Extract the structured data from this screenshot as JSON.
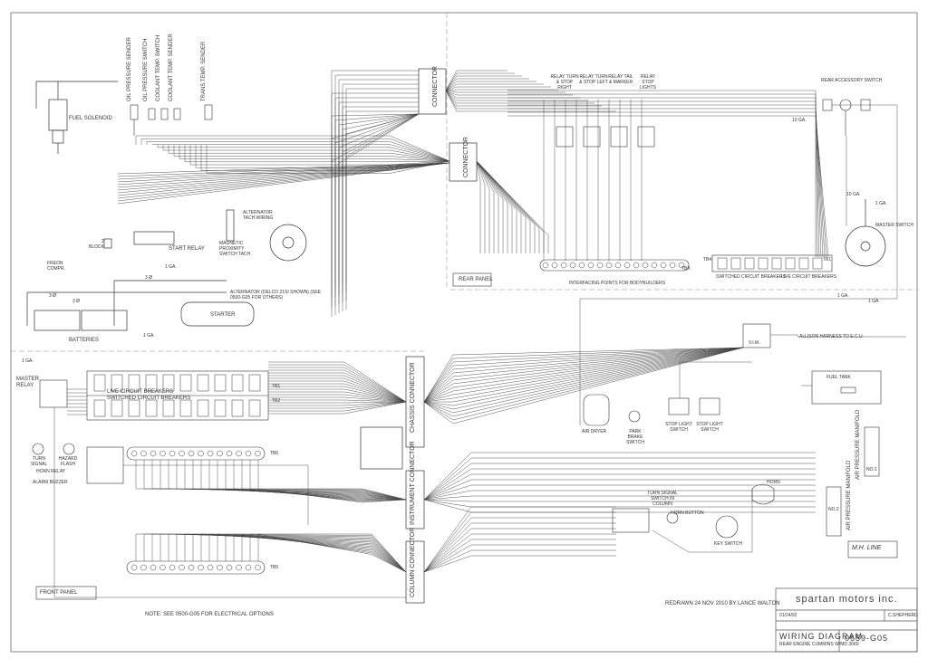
{
  "engine_area": {
    "fuel_solenoid": "FUEL SOLENOID",
    "sensors": [
      "OIL PRESSURE SENDER",
      "OIL PRESSURE SWITCH",
      "COOLANT TEMP. SWITCH",
      "COOLANT TEMP. SENDER",
      "TRANS.TEMP. SENDER"
    ],
    "alternator_tach": "ALTERNATOR TACH.WIRING",
    "magnetic_switch": "MAGNETIC PROXIMITY SWITCH TACH.",
    "start_relay": "START RELAY",
    "block": "BLOCK",
    "freon": "FREON COMPR.",
    "alternator_note": "ALTERNATOR (DELCO 21SI SHOWN) (SEE 0500-G05 FOR OTHERS)",
    "starter": "STARTER",
    "batteries": "BATTERIES",
    "master_relay": "MASTER RELAY"
  },
  "connectors": {
    "connector_1": "CONNECTOR",
    "connector_2": "CONNECTOR",
    "chassis": "CHASSIS CONNECTOR",
    "instrument": "INSTRUMENT CONNECTOR",
    "column": "COLUMN CONNECTOR"
  },
  "rear_area": {
    "relays": [
      "RELAY TURN & STOP RIGHT",
      "RELAY TURN & STOP LEFT",
      "RELAY TAIL & MARKER",
      "RELAY STOP LIGHTS"
    ],
    "rear_accessory": "REAR ACCESSORY SWITCH",
    "master_switch": "MASTER SWITCH",
    "rear_panel": "REAR PANEL",
    "tb4": "TB4",
    "tb1": "TB1",
    "tbx": "TBX",
    "interfacing": "INTERFACING POINTS FOR BODYBUILDERS",
    "switched_cb": "SWITCHED CIRCUIT BREAKERS",
    "live_cb": "LIVE CIRCUIT BREAKERS",
    "vim": "V.I.M.",
    "allison": "ALLISON HARNESS TO E.C.U.",
    "fuel_tank": "FUEL TANK",
    "air_dryer": "AIR DRYER",
    "park_brake": "PARK BRAKE SWITCH",
    "stop_light_1": "STOP LIGHT SWITCH",
    "stop_light_2": "STOP LIGHT SWITCH",
    "air_pressure_1": "AIR PRESSURE MANIFOLD",
    "air_pressure_2": "AIR PRESSURE MANIFOLD",
    "no1": "NO.1",
    "no2": "NO.2"
  },
  "front_area": {
    "tb1": "TB1",
    "tb2": "TB2",
    "tb6": "TB6",
    "tb5": "TB5",
    "live_cb": "LIVE CIRCUIT BREAKERS",
    "switched_cb": "SWITCHED CIRCUIT BREAKERS",
    "turn_signal": "TURN SIGNAL",
    "hazard_flash": "HAZARD FLASH",
    "horn_relay": "HORN RELAY",
    "alarm_buzzer": "ALARM BUZZER",
    "front_panel": "FRONT PANEL",
    "turn_signal_switch": "TURN SIGNAL SWITCH IN COLUMN",
    "horn_button": "HORN BUTTON",
    "horn": "HORN",
    "key_switch": "KEY SWITCH",
    "mh_line": "M.H. LINE"
  },
  "wire_labels": {
    "ga10": "10 GA.",
    "ga1": "1 GA.",
    "ga3": "3 Ø",
    "block_2": "2"
  },
  "notes": {
    "note": "NOTE: SEE 0500-G05 FOR ELECTRICAL OPTIONS",
    "redrawn": "REDRAWN 24 NOV 2010 BY LANCE WALTON"
  },
  "title_block": {
    "company": "spartan motors inc.",
    "date": "01/24/92",
    "drawn_by": "C.SHEPHERD",
    "title": "WIRING DIAGRAM",
    "subtitle": "REAR ENGINE CUMMINS W/MD 3060",
    "number": "0659-G05"
  },
  "colors": {
    "line": "#333333",
    "border": "#555555",
    "paper": "#ffffff"
  }
}
